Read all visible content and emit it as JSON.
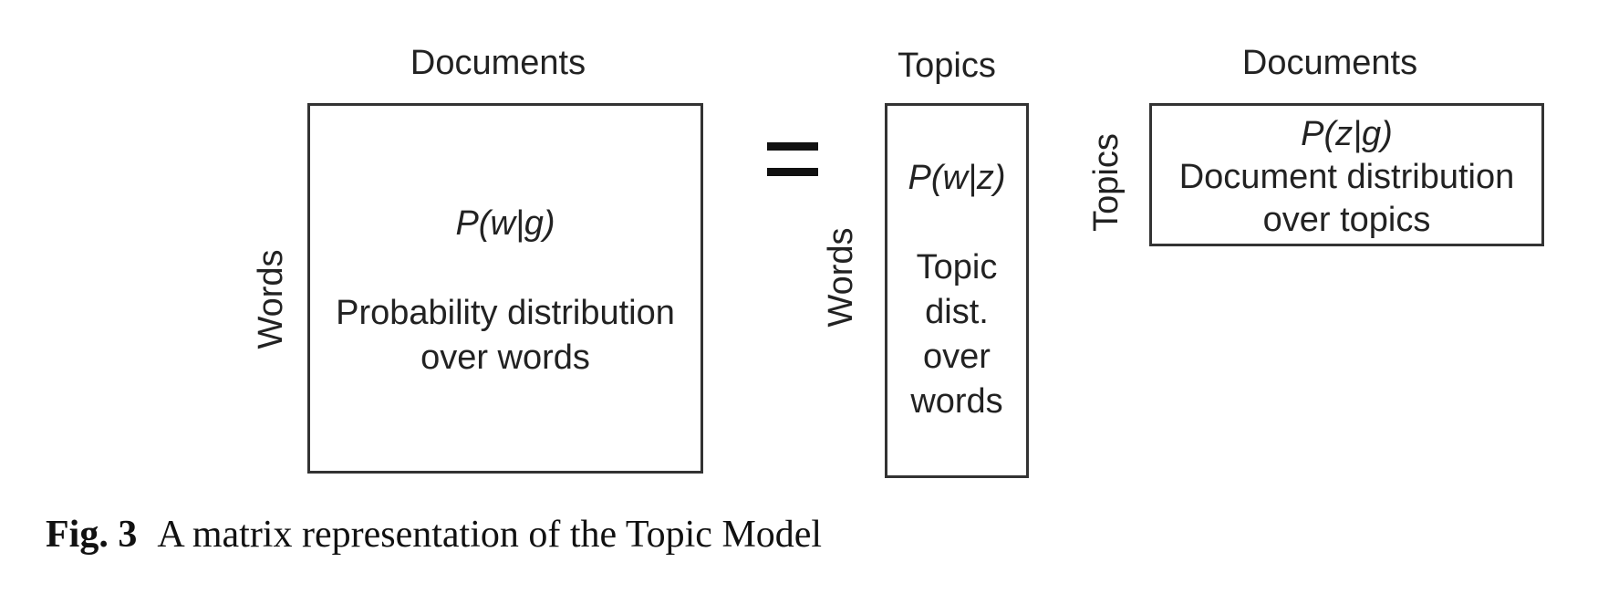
{
  "diagram": {
    "left_matrix": {
      "col_label": "Documents",
      "row_label": "Words",
      "formula": "P(w|g)",
      "desc_lines": [
        "Probability distribution",
        "over words"
      ]
    },
    "operator": "=",
    "middle_matrix": {
      "col_label": "Topics",
      "row_label": "Words",
      "formula": "P(w|z)",
      "desc_lines": [
        "Topic",
        "dist.",
        "over",
        "words"
      ]
    },
    "right_matrix": {
      "col_label": "Documents",
      "row_label": "Topics",
      "formula": "P(z|g)",
      "desc_lines": [
        "Document distribution",
        "over topics"
      ]
    }
  },
  "caption": {
    "number": "Fig. 3",
    "text": "A matrix representation of the Topic Model"
  }
}
